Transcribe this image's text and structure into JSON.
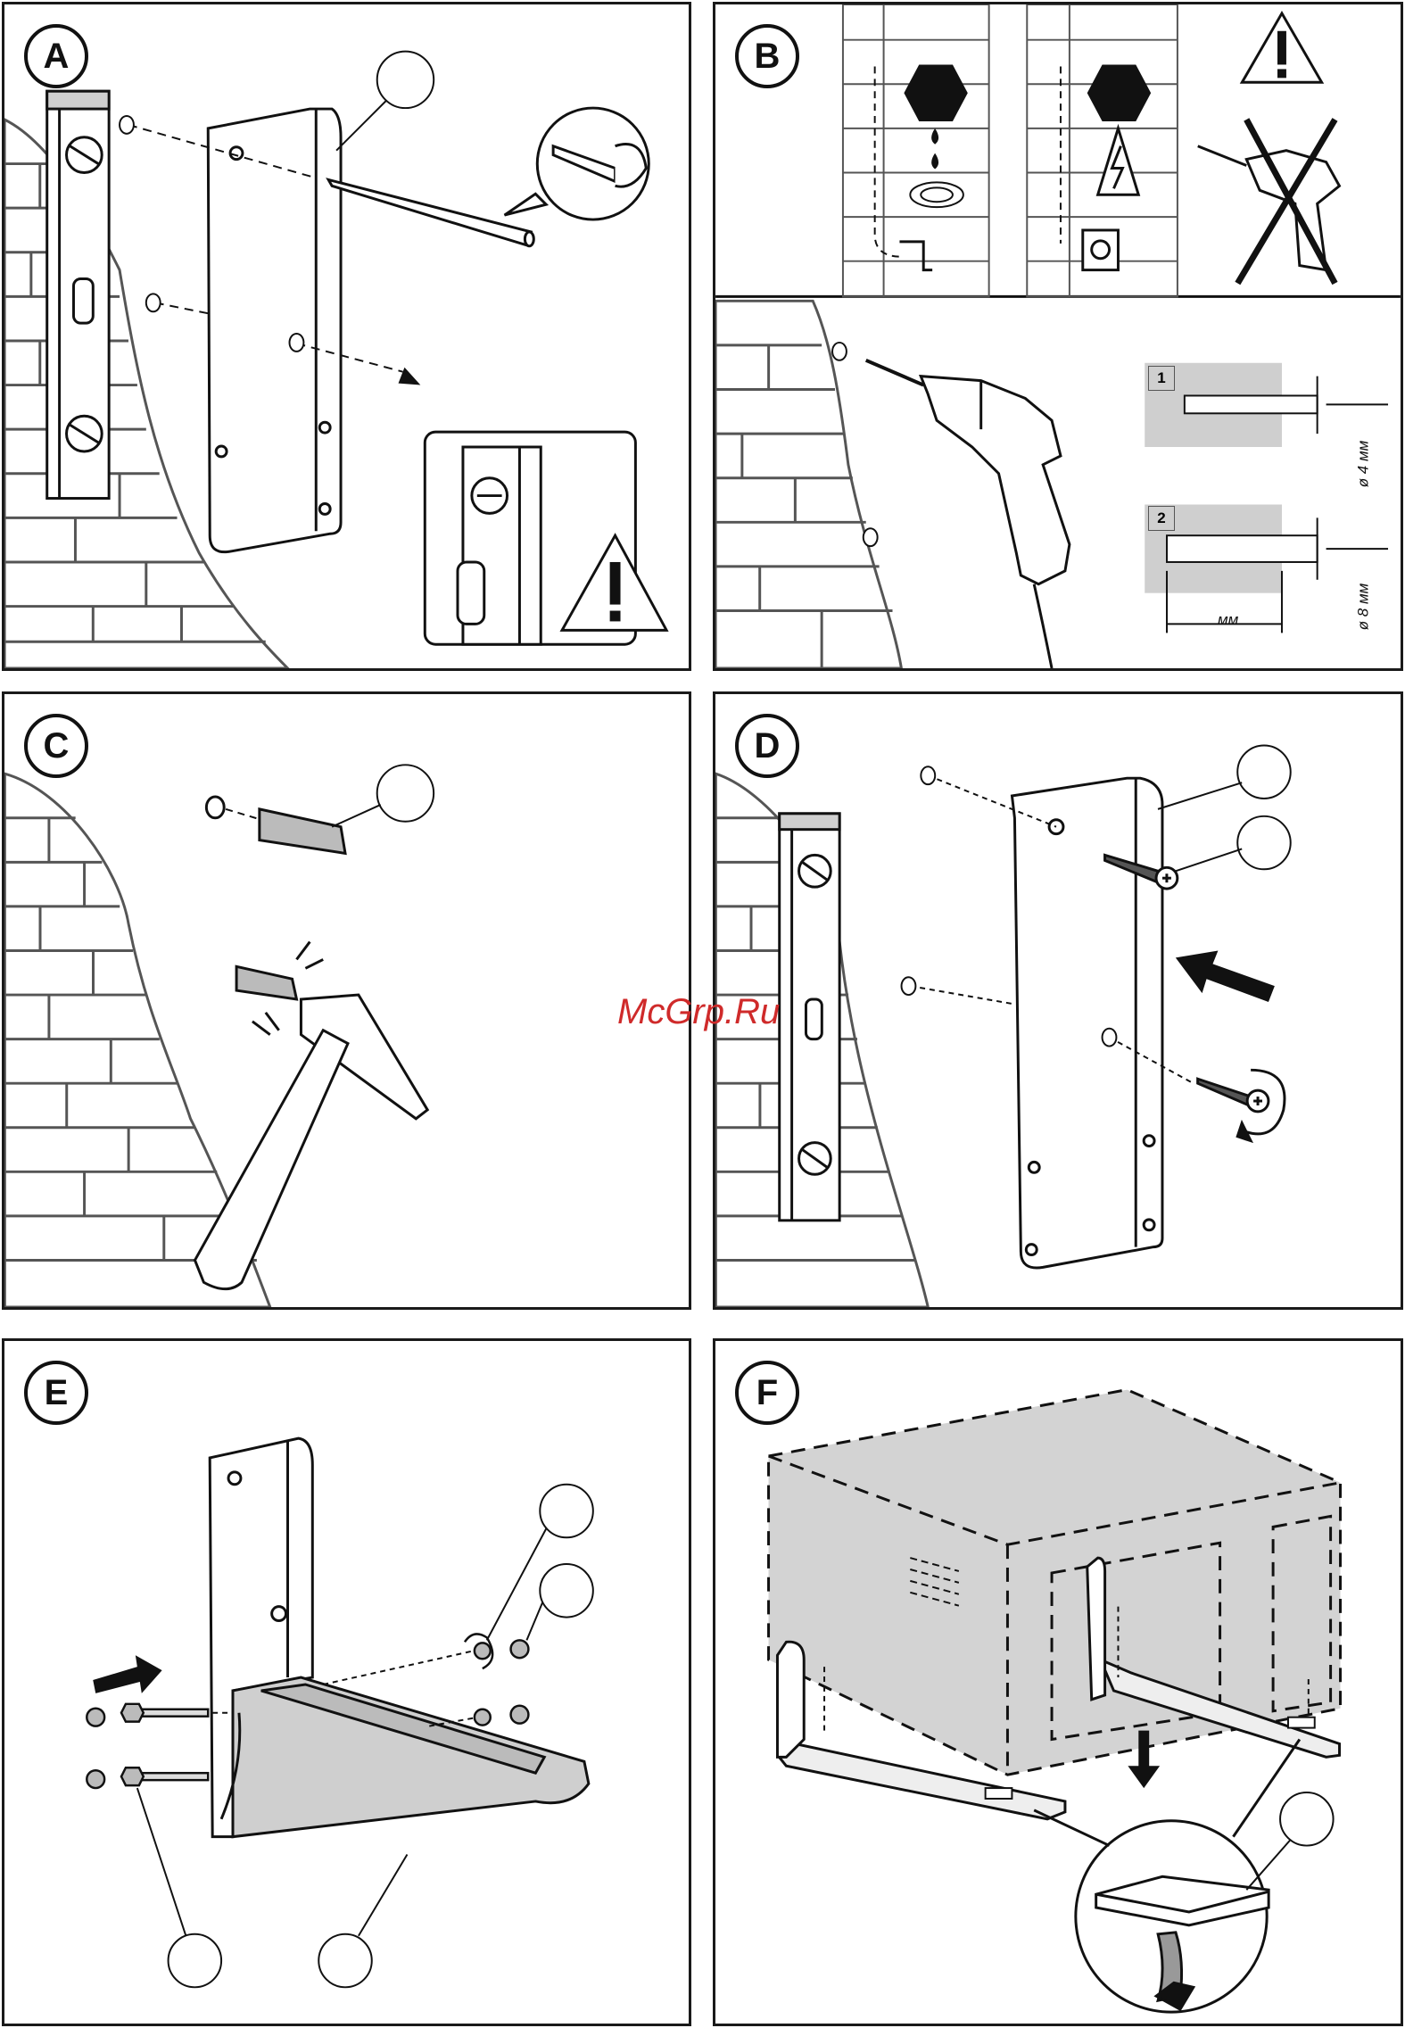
{
  "panels": {
    "a": {
      "letter": "A"
    },
    "b": {
      "letter": "B",
      "step1": "1",
      "step2": "2",
      "dia1": "ø 4 мм",
      "dia2": "ø 8 мм",
      "depth": "мм"
    },
    "c": {
      "letter": "C"
    },
    "d": {
      "letter": "D"
    },
    "e": {
      "letter": "E"
    },
    "f": {
      "letter": "F"
    }
  },
  "watermark": "McGrp.Ru",
  "colors": {
    "line": "#1a1a1a",
    "brick": "#555555",
    "fill": "#cfcfcf",
    "watermark": "#cf2a2a"
  }
}
